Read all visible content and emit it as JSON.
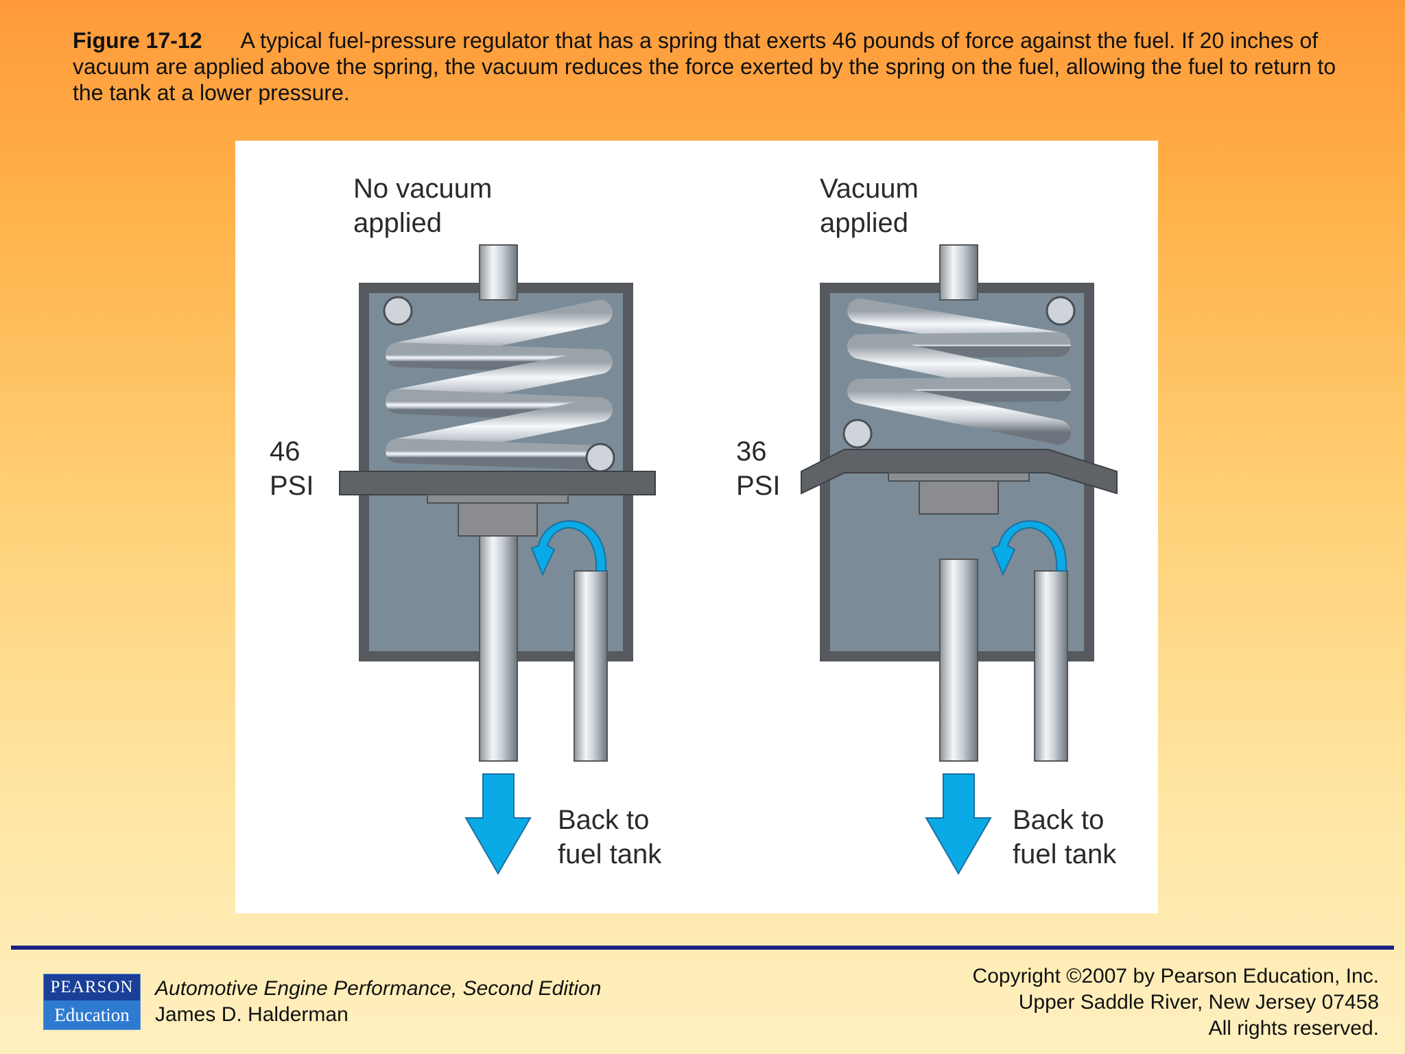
{
  "caption": {
    "figure_label": "Figure 17-12",
    "text": "A typical fuel-pressure regulator that has a spring that exerts 46 pounds of force against the fuel. If 20 inches of vacuum are applied above the spring, the vacuum reduces the force exerted by the spring on the fuel, allowing the fuel to return to the tank at a lower pressure."
  },
  "diagram": {
    "left": {
      "title_line1": "No vacuum",
      "title_line2": "applied",
      "pressure_value": "46",
      "pressure_unit": "PSI",
      "return_line1": "Back to",
      "return_line2": "fuel tank"
    },
    "right": {
      "title_line1": "Vacuum",
      "title_line2": "applied",
      "pressure_value": "36",
      "pressure_unit": "PSI",
      "return_line1": "Back to",
      "return_line2": "fuel tank"
    },
    "colors": {
      "housing": "#56595e",
      "chamber": "#7b8c98",
      "arrow": "#0aaae6"
    }
  },
  "footer": {
    "publisher_line1": "PEARSON",
    "publisher_line2": "Education",
    "book_title": "Automotive Engine Performance, Second Edition",
    "author": "James D. Halderman",
    "copyright_line1": "Copyright ©2007 by Pearson Education, Inc.",
    "copyright_line2": "Upper Saddle River, New Jersey 07458",
    "copyright_line3": "All rights reserved."
  }
}
